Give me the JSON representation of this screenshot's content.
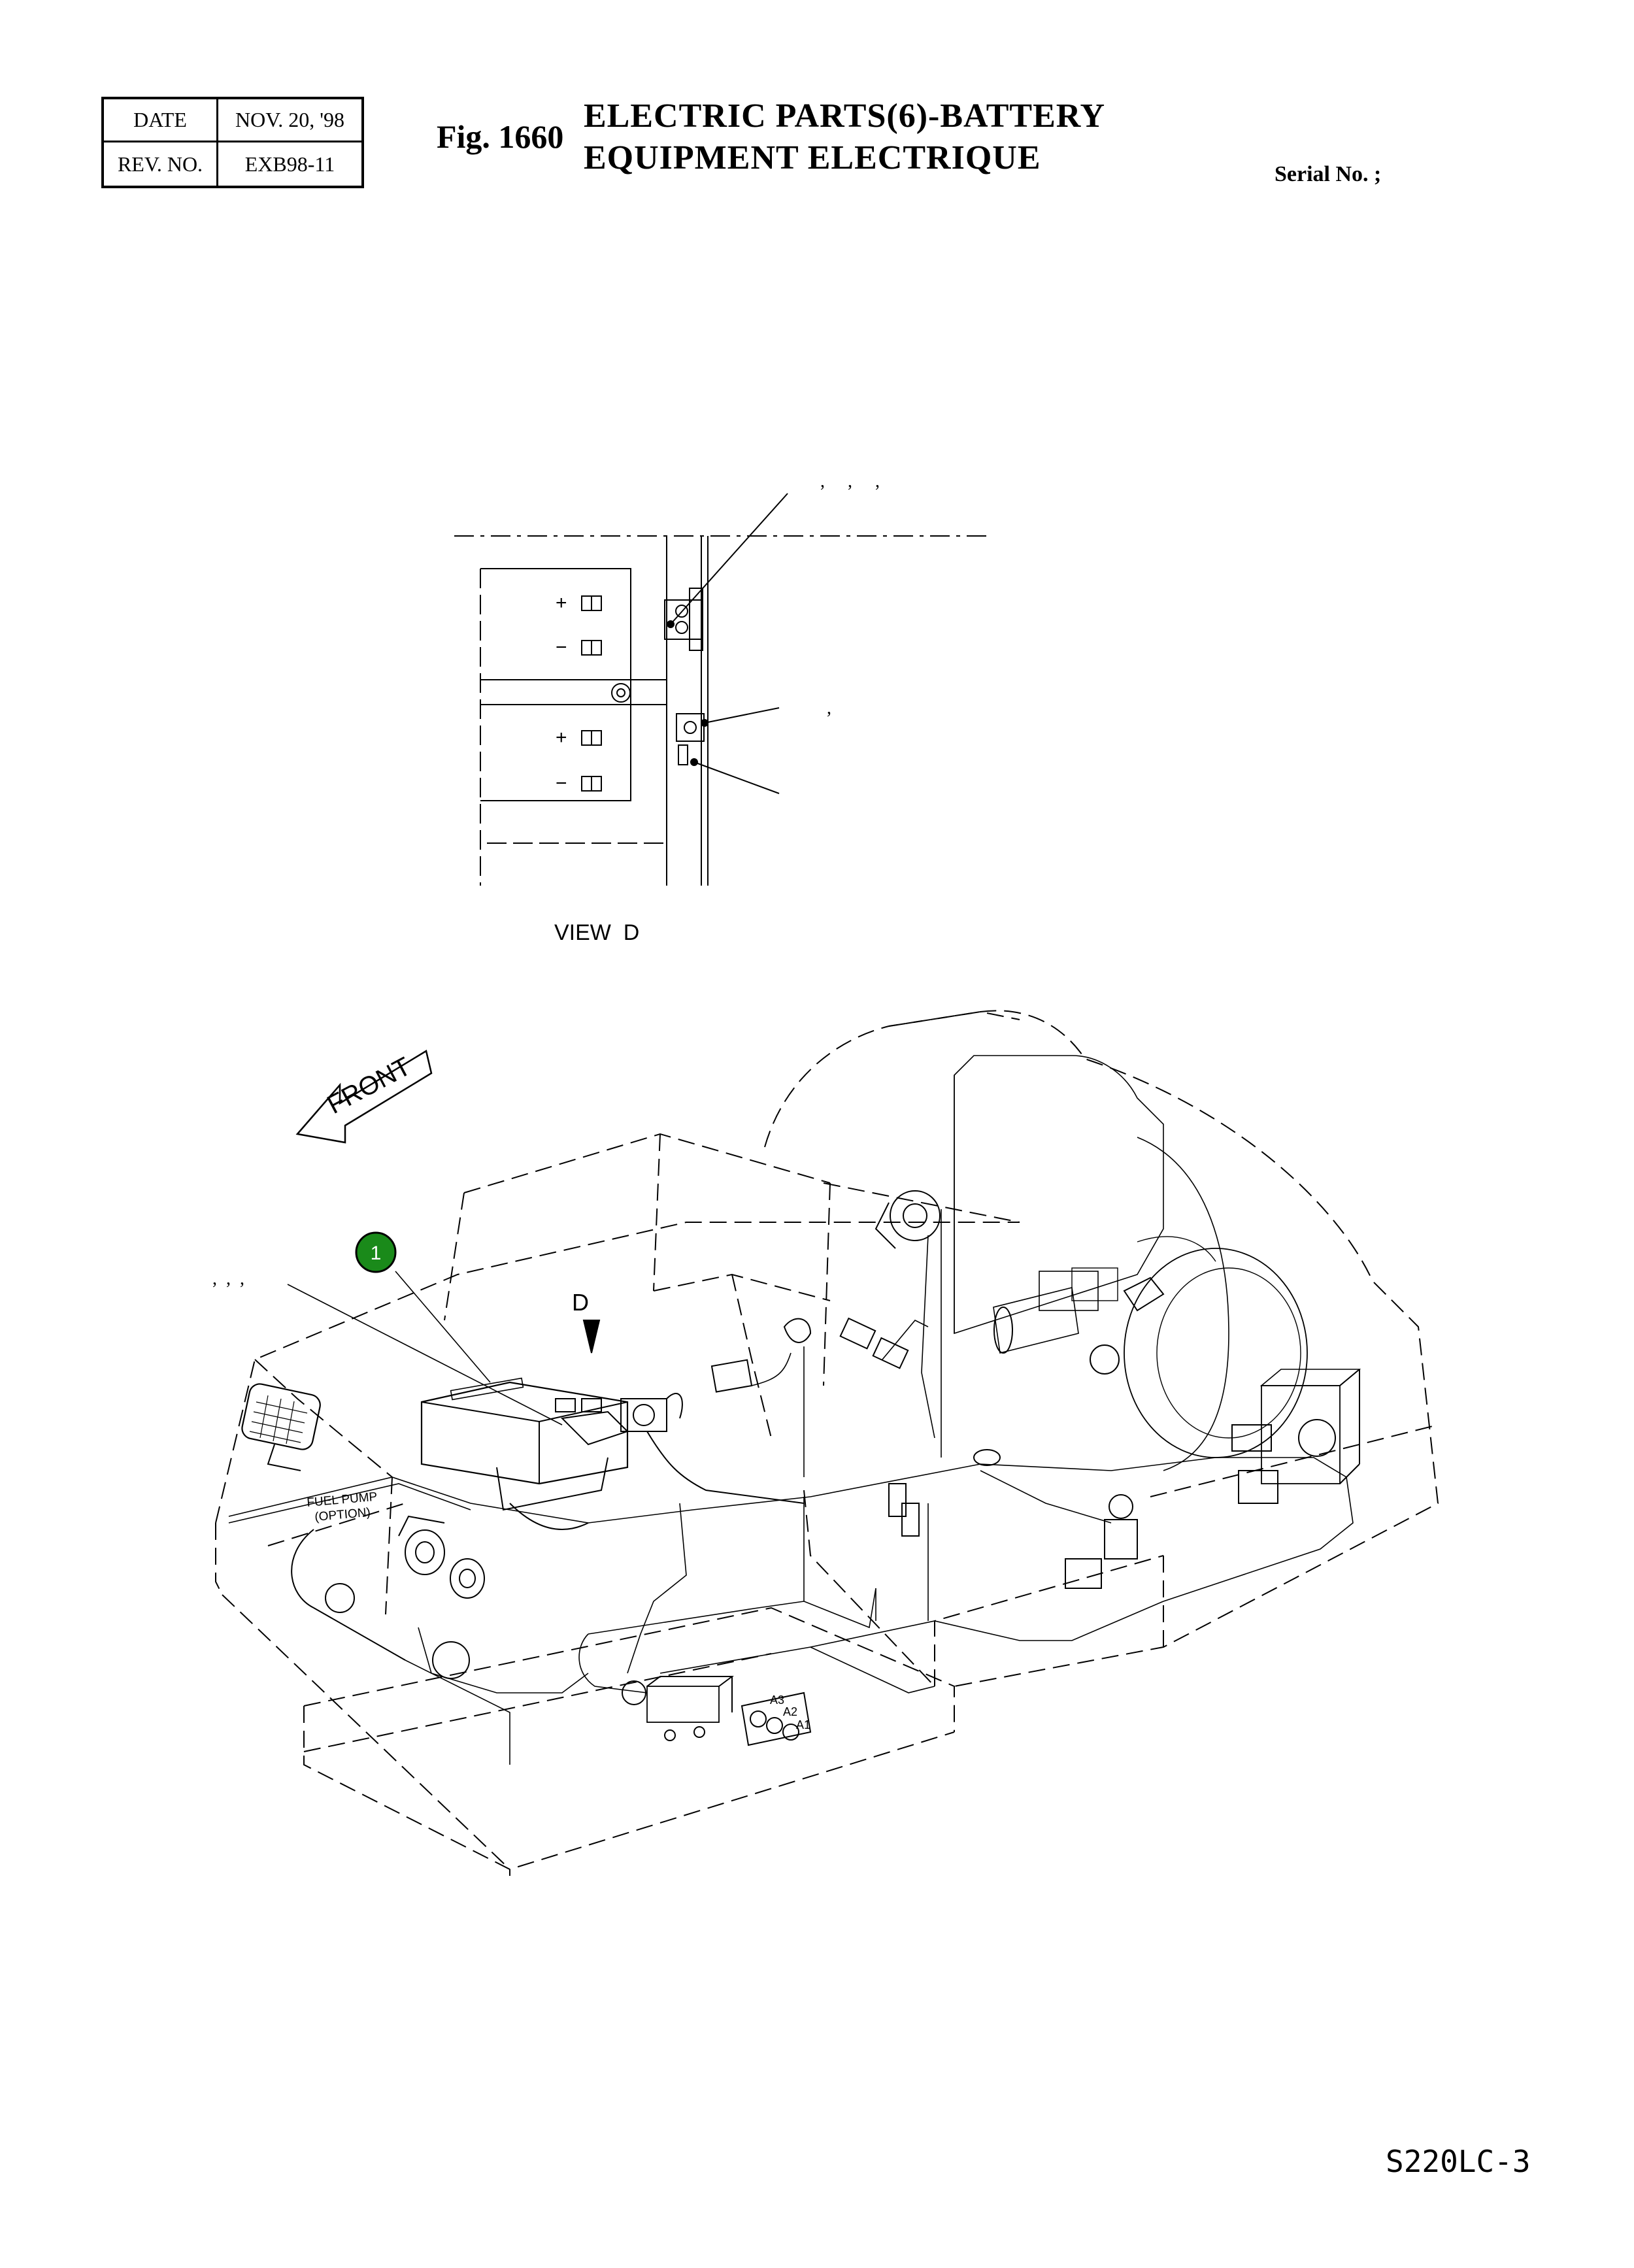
{
  "header": {
    "date_label": "DATE",
    "date_value": "NOV. 20, '98",
    "rev_label": "REV. NO.",
    "rev_value": "EXB98-11",
    "fig_label": "Fig. 1660",
    "title_line1": "ELECTRIC PARTS(6)-BATTERY",
    "title_line2": "EQUIPMENT ELECTRIQUE",
    "serial_label": "Serial No. ;"
  },
  "view_d": {
    "label": "VIEW  D",
    "callout_top": ",     ,     ,",
    "callout_mid": ",",
    "plus_1": "+",
    "minus_1": "−",
    "plus_2": "+",
    "minus_2": "−"
  },
  "main_view": {
    "front_label": "FRONT",
    "direction_label": "D",
    "fuel_pump_label": "FUEL PUMP",
    "option_label": "(OPTION)",
    "left_callout": ",  ,  ,",
    "callout_number": "1",
    "callout_color": "#1a8a1a",
    "terminal_labels": [
      "A3",
      "A2",
      "A1"
    ]
  },
  "footer": {
    "model": "S220LC-3"
  }
}
